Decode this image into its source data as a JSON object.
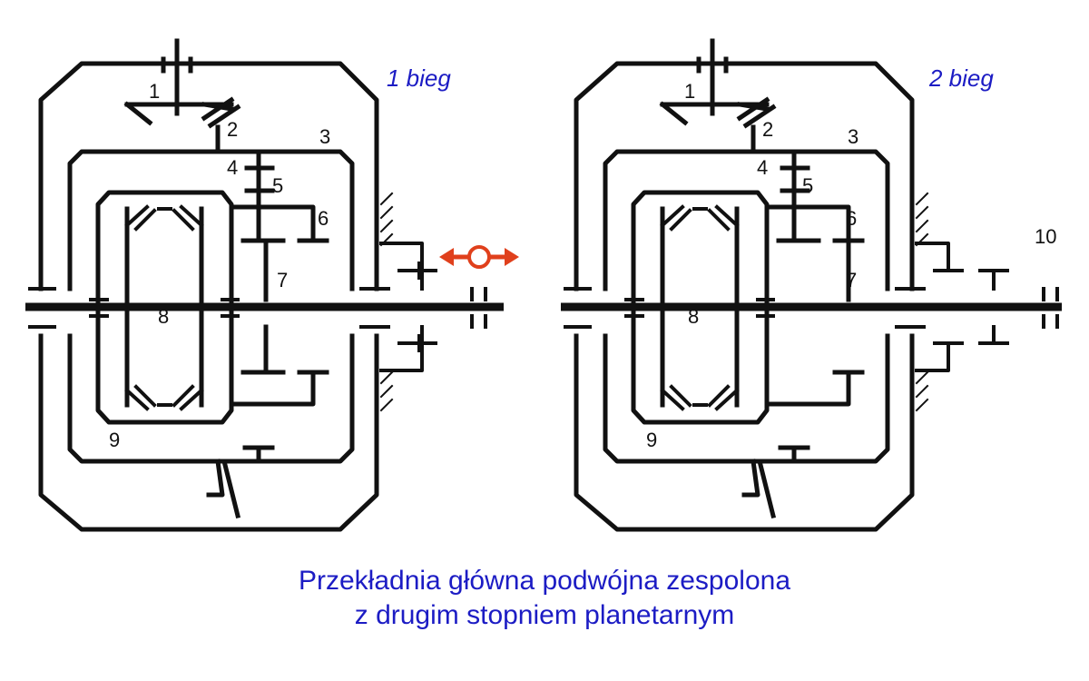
{
  "colors": {
    "ink": "#111111",
    "accent": "#1c1cc4",
    "shifter": "#e0401c",
    "background": "#ffffff"
  },
  "left_diagram": {
    "gear_label": "1 bieg",
    "numbers": {
      "n1": "1",
      "n2": "2",
      "n3": "3",
      "n4": "4",
      "n5": "5",
      "n6": "6",
      "n7": "7",
      "n8": "8",
      "n9": "9"
    }
  },
  "right_diagram": {
    "gear_label": "2 bieg",
    "numbers": {
      "n1": "1",
      "n2": "2",
      "n3": "3",
      "n4": "4",
      "n5": "5",
      "n6": "6",
      "n7": "7",
      "n8": "8",
      "n9": "9",
      "n10": "10"
    }
  },
  "shifter_icon": "double-arrow-shift-sleeve-icon",
  "caption": {
    "line1": "Przekładnia główna podwójna zespolona",
    "line2": "z drugim stopniem planetarnym"
  }
}
